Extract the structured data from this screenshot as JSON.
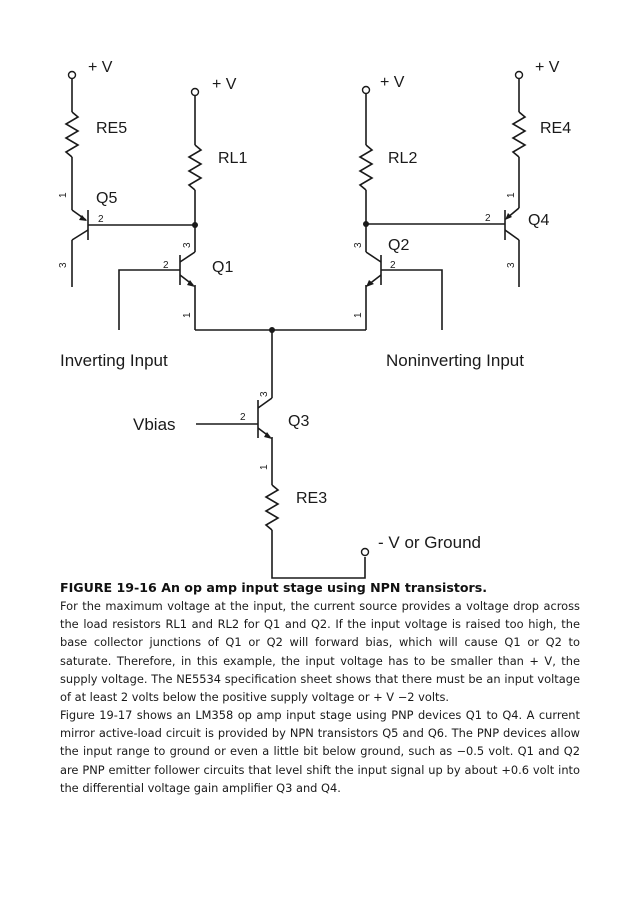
{
  "figure": {
    "supply_labels": {
      "re5": "+ V",
      "rl1": "+ V",
      "rl2": "+ V",
      "re4": "+ V"
    },
    "resistors": {
      "re5": "RE5",
      "rl1": "RL1",
      "rl2": "RL2",
      "re4": "RE4",
      "re3": "RE3"
    },
    "transistors": {
      "q1": "Q1",
      "q2": "Q2",
      "q3": "Q3",
      "q4": "Q4",
      "q5": "Q5"
    },
    "pins": {
      "emitter": "1",
      "base": "2",
      "collector": "3"
    },
    "inputs": {
      "inverting": "Inverting Input",
      "noninverting": "Noninverting Input",
      "vbias": "Vbias",
      "ground": "- V or Ground"
    }
  },
  "caption": "FIGURE 19-16 An op amp input stage using NPN transistors.",
  "paragraphs": [
    "For the maximum voltage at the input, the current source provides a voltage drop across the load resistors RL1 and RL2 for Q1 and Q2. If the input voltage is raised too high, the base collector junctions of Q1 or Q2 will forward bias, which will cause Q1 or Q2 to saturate. Therefore, in this example, the input voltage has to be smaller than + V, the supply voltage. The NE5534 specification sheet shows that there must be an input voltage of at least 2 volts below the positive supply voltage or + V −2 volts.",
    "Figure 19-17 shows an LM358 op amp input stage using PNP devices Q1 to Q4. A current mirror active-load circuit is provided by NPN transistors Q5 and Q6. The PNP devices allow the input range to ground or even a little bit below ground, such as −0.5 volt. Q1 and Q2 are PNP emitter follower circuits that level shift the input signal up by about +0.6 volt into the differential voltage gain amplifier Q3 and Q4."
  ]
}
